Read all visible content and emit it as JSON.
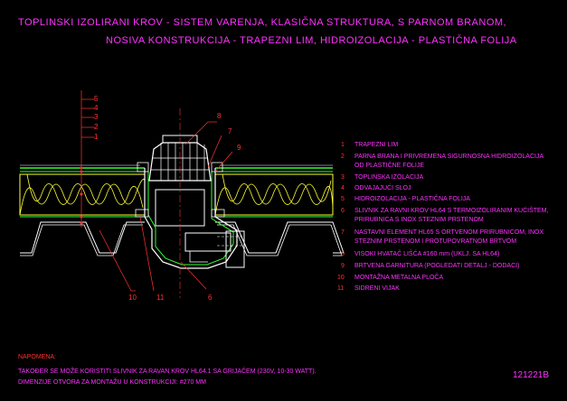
{
  "title": {
    "line1": "TOPLINSKI IZOLIRANI KROV - SISTEM VARENJA, KLASIČNA STRUKTURA, S PARNOM BRANOM,",
    "line2": "NOSIVA KONSTRUKCIJA - TRAPEZNI LIM, HIDROIZOLACIJA - PLASTIČNA FOLIJA"
  },
  "callouts": [
    "5",
    "4",
    "3",
    "2",
    "1",
    "8",
    "7",
    "9",
    "10",
    "11",
    "6"
  ],
  "legend": [
    {
      "num": "1",
      "lines": [
        "TRAPEZNI LIM"
      ]
    },
    {
      "num": "2",
      "lines": [
        "PARNA BRANA I PRIVREMENA SIGURNOSNA HIDROIZOLACIJA",
        "OD PLASTIČNE FOLIJE"
      ]
    },
    {
      "num": "3",
      "lines": [
        "TOPLINSKA IZOLACIJA"
      ]
    },
    {
      "num": "4",
      "lines": [
        "ODVAJAJUĆI SLOJ"
      ]
    },
    {
      "num": "5",
      "lines": [
        "HIDROIZOLACIJA - PLASTIČNA FOLIJA"
      ]
    },
    {
      "num": "6",
      "lines": [
        "SLIVNIK ZA RAVNI KROV HL64 S TERMOIZOLIRANIM KUĆIŠTEM,",
        "PRIRUBNICA S INOX STEZNIM PRSTENOM"
      ]
    },
    {
      "num": "7",
      "lines": [
        "NASTAVNI ELEMENT HL65 S ORTVENOM PRIRUBNICOM, INOX",
        "STEZNIM PRSTENOM I PROTUPOVRATNOM BRTVOM"
      ]
    },
    {
      "num": "8",
      "lines": [
        "VISOKI HVATAČ LIŠĆA #160 mm (UKLJ. SA HL64)"
      ]
    },
    {
      "num": "9",
      "lines": [
        "BRTVENA GARNITURA (POGLEDATI DETALJ - DODACI)"
      ]
    },
    {
      "num": "10",
      "lines": [
        "MONTAŽNA METALNA PLOČA"
      ]
    },
    {
      "num": "11",
      "lines": [
        "SIDRENI VIJAK"
      ]
    }
  ],
  "notes": {
    "title": "NAPOMENA:",
    "line1": "TAKOĐER SE MOŽE KORISTITI SLIVNIK ZA RAVAN KROV HL64.1 SA GRIJAČEM (230V, 10-30 WATT).",
    "line2": "DIMENZIJE OTVORA ZA MONTAŽU U KONSTRUKCIJI: #270 MM"
  },
  "drawing_code": "121221B",
  "colors": {
    "background": "#000000",
    "title": "#ff33ff",
    "red": "#ff3333",
    "insulation": "#ffff33",
    "membrane": "#33ff33",
    "structure": "#ffffff"
  }
}
